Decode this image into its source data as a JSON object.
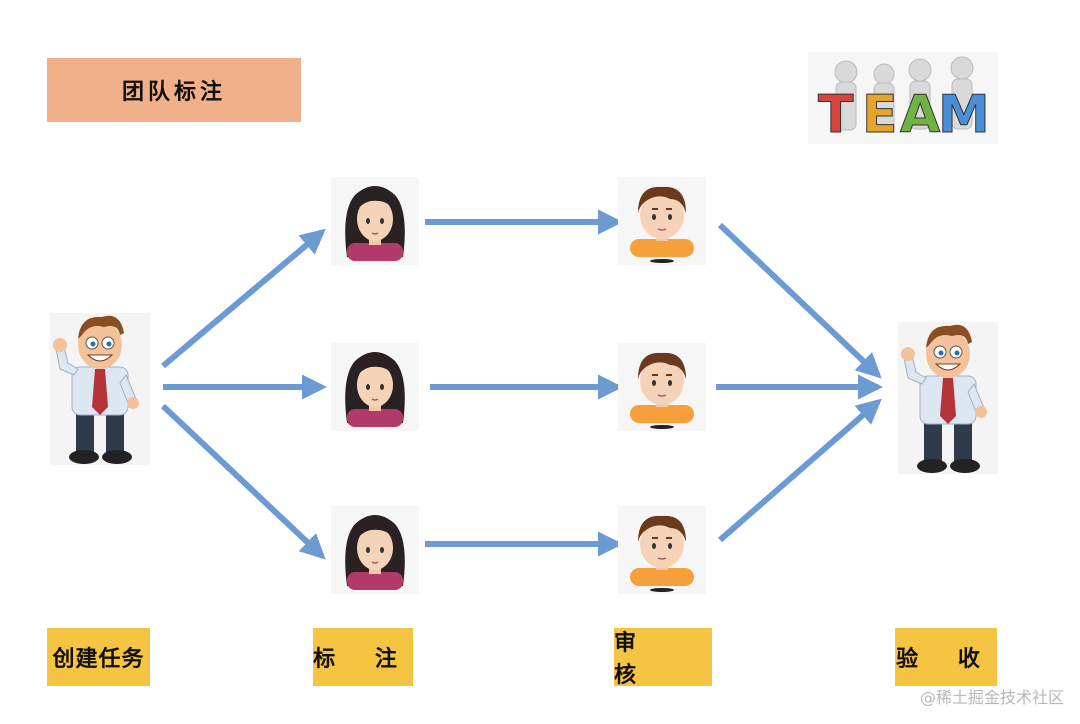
{
  "title": "团队标注",
  "logo_text": "TEAM",
  "stages": {
    "create": "创建任务",
    "annotate": "标 注",
    "review": "审 核",
    "accept": "验 收"
  },
  "watermark": "@稀土掘金技术社区",
  "colors": {
    "title_bg": "#f0b18a",
    "label_bg": "#f5c443",
    "arrow": "#6c9ad3"
  }
}
